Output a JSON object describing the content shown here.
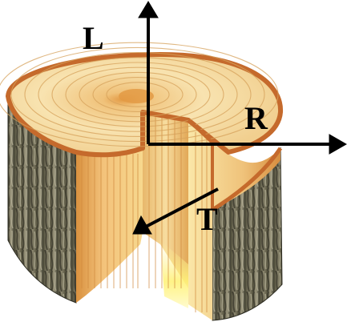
{
  "diagram": {
    "axes": [
      {
        "id": "L",
        "label": "L"
      },
      {
        "id": "R",
        "label": "R"
      },
      {
        "id": "T",
        "label": "T"
      }
    ],
    "colors": {
      "bark_dark": "#3f3e30",
      "bark_light": "#a9a48c",
      "sapwood": "#f2cf8a",
      "heartwood": "#e3a24c",
      "ring_line": "#c98a3c",
      "rim": "#c56a2c",
      "pith_glow": "#fff6b0",
      "arrow": "#000000"
    }
  }
}
